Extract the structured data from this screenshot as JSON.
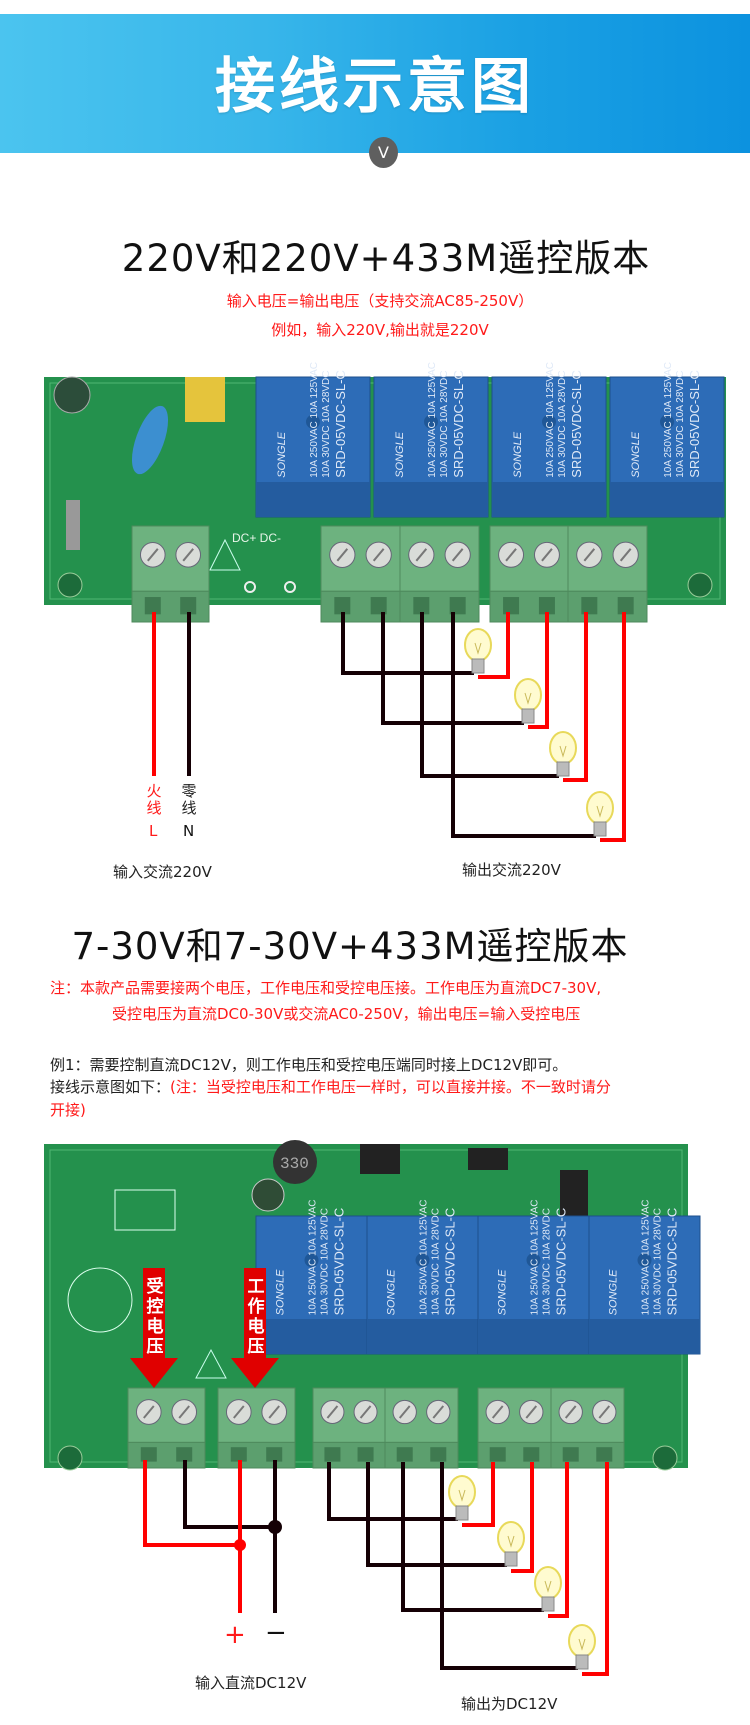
{
  "banner": {
    "title": "接线示意图",
    "chevron": "V"
  },
  "colors": {
    "live": "#ff0000",
    "neutral": "#150005",
    "board": "#24914d",
    "relay": "#2d6cb7",
    "terminal": "#6db27f",
    "banner": "#1aa0e3"
  },
  "relay_text": {
    "brand": "SONGLE",
    "line1": "10A 250VAC 10A 125VAC",
    "line2": "10A 30VDC 10A 28VDC",
    "model": "SRD-05VDC-SL-C"
  },
  "section1": {
    "title": "220V和220V+433M遥控版本",
    "notes": [
      "输入电压=输出电压（支持交流AC85-250V）",
      "例如，输入220V,输出就是220V"
    ],
    "board_label": "DC+ DC-",
    "live_label": "火线",
    "neutral_label": "零线",
    "live_letter": "L",
    "neutral_letter": "N",
    "input_label": "输入交流220V",
    "output_label": "输出交流220V"
  },
  "section2": {
    "title": "7-30V和7-30V+433M遥控版本",
    "notes": [
      "注：本款产品需要接两个电压，工作电压和受控电压接。工作电压为直流DC7-30V,",
      "受控电压为直流DC0-30V或交流AC0-250V，输出电压=输入受控电压"
    ],
    "example": "例1：需要控制直流DC12V，则工作电压和受控电压端同时接上DC12V即可。",
    "wiring_prefix": "接线示意图如下：",
    "wiring_note": "(注：当受控电压和工作电压一样时，可以直接并接。不一致时请分",
    "wiring_note_cont": "开接)",
    "inductor_label": "330",
    "controlled_voltage_label": "受控电压",
    "working_voltage_label": "工作电压",
    "plus": "+",
    "minus": "−",
    "input_label": "输入直流DC12V",
    "output_label": "输出为DC12V"
  }
}
